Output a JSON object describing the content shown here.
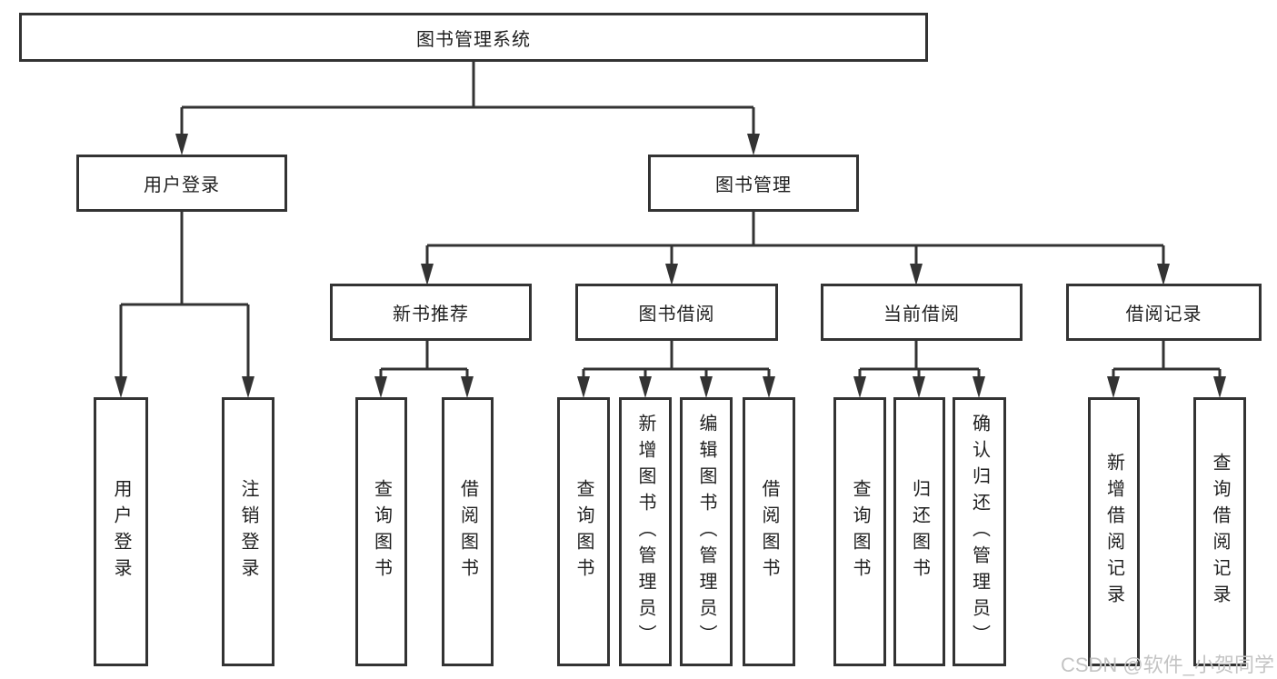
{
  "watermark": "CSDN @软件_小贺同学",
  "colors": {
    "background": "#ffffff",
    "line": "#333333",
    "border": "#333333",
    "text": "#1f1f1f",
    "watermark": "#c4c4c4"
  },
  "diagram": {
    "type": "hierarchy-tree",
    "nodes": {
      "root": {
        "label": "图书管理系统",
        "level": 1,
        "orientation": "horizontal"
      },
      "user_login": {
        "label": "用户登录",
        "level": 2,
        "orientation": "horizontal"
      },
      "book_mgmt": {
        "label": "图书管理",
        "level": 2,
        "orientation": "horizontal"
      },
      "new_book_rec": {
        "label": "新书推荐",
        "level": 3,
        "orientation": "horizontal"
      },
      "book_borrow": {
        "label": "图书借阅",
        "level": 3,
        "orientation": "horizontal"
      },
      "current_borrow": {
        "label": "当前借阅",
        "level": 3,
        "orientation": "horizontal"
      },
      "borrow_record": {
        "label": "借阅记录",
        "level": 3,
        "orientation": "horizontal"
      },
      "leaf_user_login": {
        "label": "用户登录",
        "level": 4,
        "orientation": "vertical"
      },
      "leaf_logout": {
        "label": "注销登录",
        "level": 4,
        "orientation": "vertical"
      },
      "nbr_query_book": {
        "label": "查询图书",
        "level": 4,
        "orientation": "vertical"
      },
      "nbr_borrow_book": {
        "label": "借阅图书",
        "level": 4,
        "orientation": "vertical"
      },
      "bb_query_book": {
        "label": "查询图书",
        "level": 4,
        "orientation": "vertical"
      },
      "bb_add_book": {
        "label": "新增图书（管理员）",
        "level": 4,
        "orientation": "vertical"
      },
      "bb_edit_book": {
        "label": "编辑图书（管理员）",
        "level": 4,
        "orientation": "vertical"
      },
      "bb_borrow_book": {
        "label": "借阅图书",
        "level": 4,
        "orientation": "vertical"
      },
      "cb_query_book": {
        "label": "查询图书",
        "level": 4,
        "orientation": "vertical"
      },
      "cb_return_book": {
        "label": "归还图书",
        "level": 4,
        "orientation": "vertical"
      },
      "cb_confirm_return": {
        "label": "确认归还（管理员）",
        "level": 4,
        "orientation": "vertical"
      },
      "br_add_record": {
        "label": "新增借阅记录",
        "level": 4,
        "orientation": "vertical"
      },
      "br_query_record": {
        "label": "查询借阅记录",
        "level": 4,
        "orientation": "vertical"
      }
    },
    "edges": [
      [
        "root",
        "user_login"
      ],
      [
        "root",
        "book_mgmt"
      ],
      [
        "user_login",
        "leaf_user_login"
      ],
      [
        "user_login",
        "leaf_logout"
      ],
      [
        "book_mgmt",
        "new_book_rec"
      ],
      [
        "book_mgmt",
        "book_borrow"
      ],
      [
        "book_mgmt",
        "current_borrow"
      ],
      [
        "book_mgmt",
        "borrow_record"
      ],
      [
        "new_book_rec",
        "nbr_query_book"
      ],
      [
        "new_book_rec",
        "nbr_borrow_book"
      ],
      [
        "book_borrow",
        "bb_query_book"
      ],
      [
        "book_borrow",
        "bb_add_book"
      ],
      [
        "book_borrow",
        "bb_edit_book"
      ],
      [
        "book_borrow",
        "bb_borrow_book"
      ],
      [
        "current_borrow",
        "cb_query_book"
      ],
      [
        "current_borrow",
        "cb_return_book"
      ],
      [
        "current_borrow",
        "cb_confirm_return"
      ],
      [
        "borrow_record",
        "br_add_record"
      ],
      [
        "borrow_record",
        "br_query_record"
      ]
    ]
  }
}
